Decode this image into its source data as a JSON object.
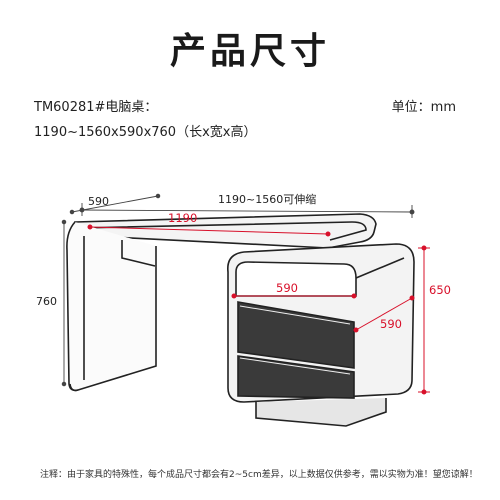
{
  "header": {
    "title": "产品尺寸"
  },
  "spec": {
    "model": "TM60281#电脑桌：",
    "unit": "单位：mm",
    "dimensions": "1190~1560x590x760（长x宽x高）"
  },
  "diagram": {
    "label_overall_length": "1190~1560可伸缩",
    "label_depth_top": "590",
    "label_height": "760",
    "label_top_length": "1190",
    "label_drawer_width": "590",
    "label_drawer_depth": "590",
    "label_cabinet_height": "650",
    "colors": {
      "red": "#d8102a",
      "black": "#222222"
    }
  },
  "footer": {
    "note": "注释：由于家具的特殊性，每个成品尺寸都会有2~5cm差异，以上数据仅供参考，需以实物为准！望您谅解！"
  }
}
